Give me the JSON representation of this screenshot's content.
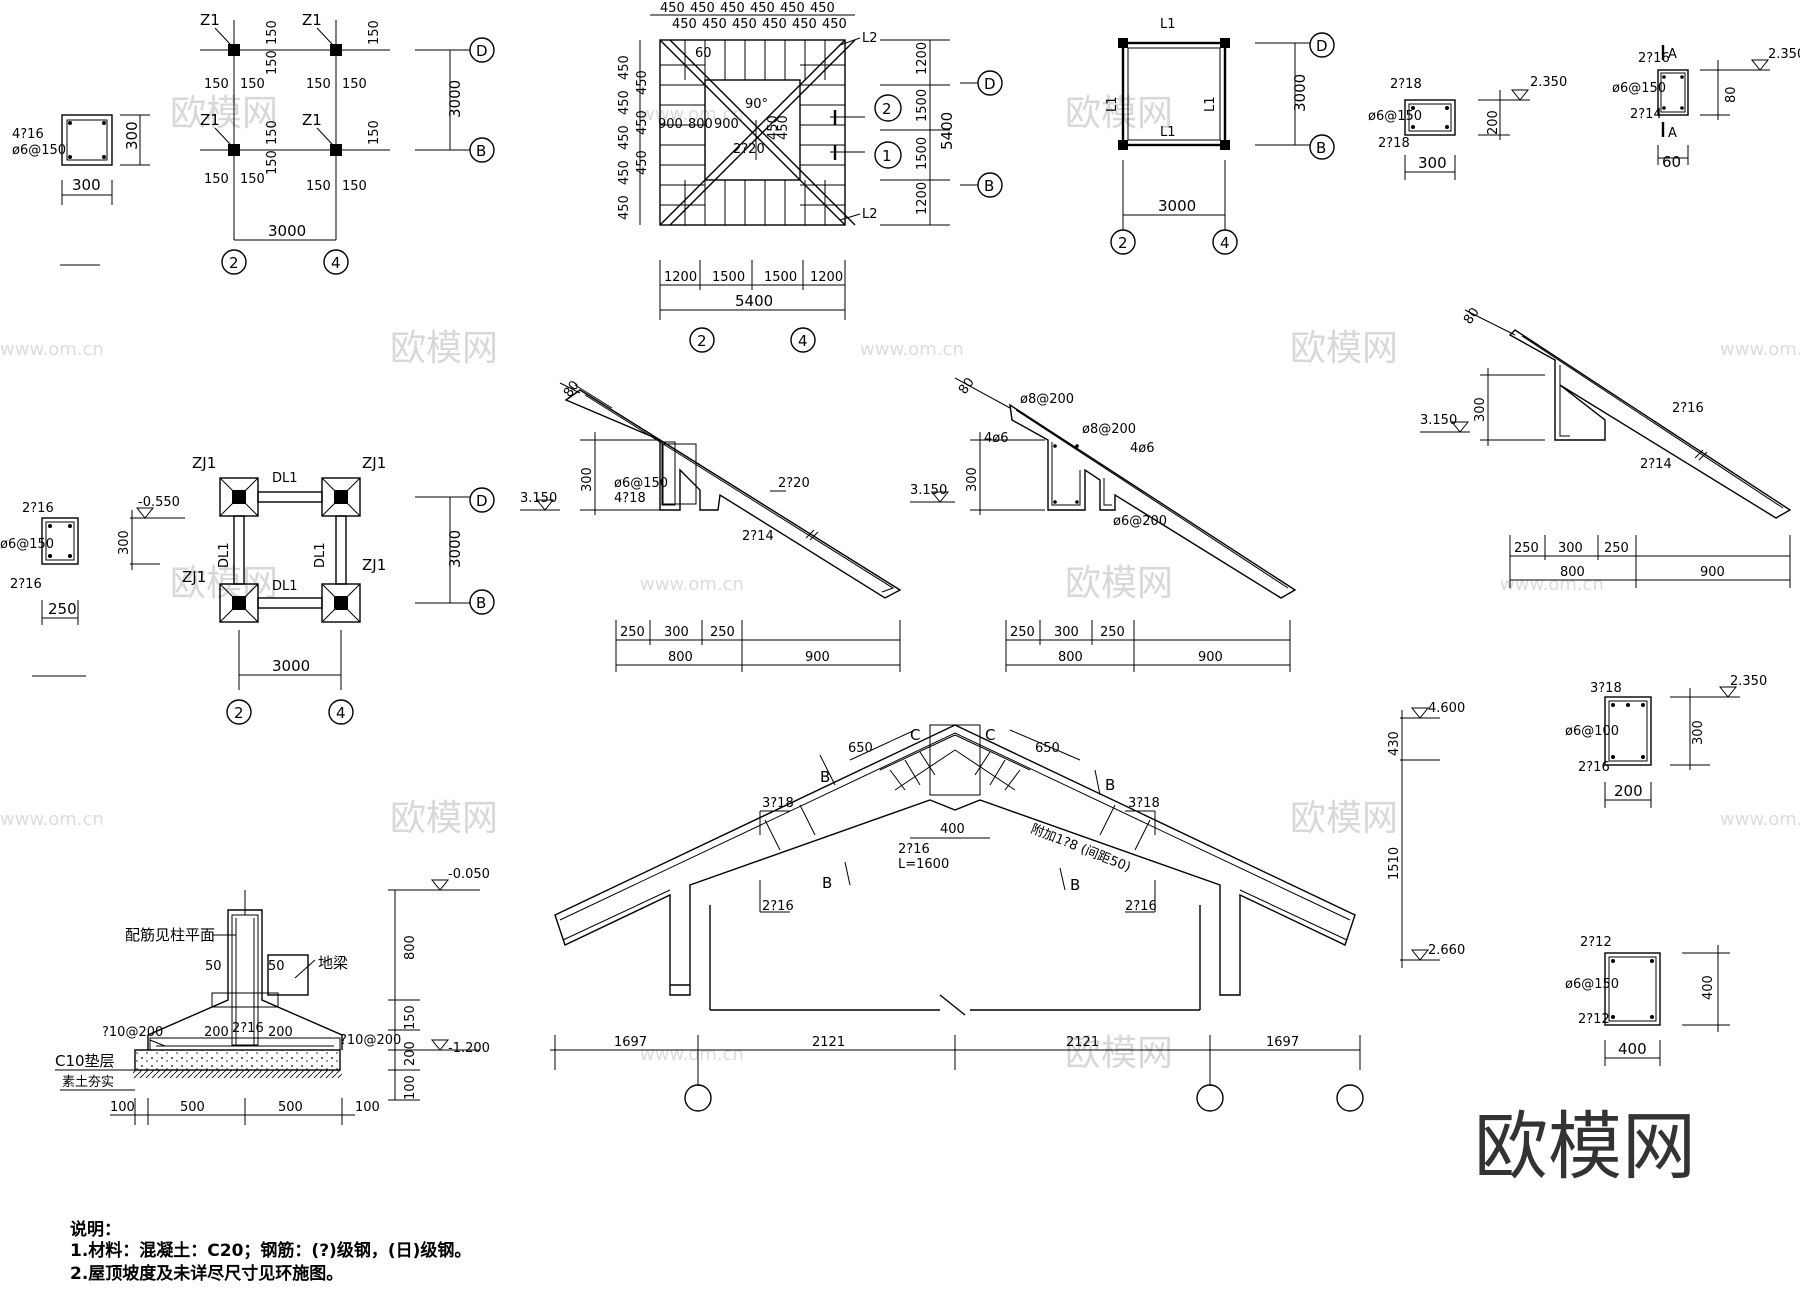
{
  "watermark": {
    "site": "www.om.cn",
    "brand": "欧模网"
  },
  "logo": {
    "text": "欧模网"
  },
  "notes": {
    "title": "说明：",
    "line1": "1.材料：混凝土：C20；钢筋：(?)级钢，(日)级钢。",
    "line2": "2.屋顶坡度及未详尽尺寸见环施图。"
  },
  "axes": {
    "a2": "2",
    "a4": "4",
    "aD": "D",
    "aB": "B",
    "a1": "1"
  },
  "col_plan": {
    "z": "Z1",
    "d150": "150",
    "d3000": "3000",
    "sec": {
      "w": "300",
      "h": "300",
      "r1": "4?16",
      "r2": "ø6@150"
    }
  },
  "roof_plan": {
    "d450": "450",
    "d60": "60",
    "ang": "90°",
    "mid": "2?20",
    "d900": "900",
    "d800": "800",
    "d1200": "1200",
    "d1500": "1500",
    "d5400": "5400",
    "l2": "L2",
    "c1": "1",
    "c2": "2"
  },
  "beam_plan": {
    "l1": "L1",
    "d3000": "3000"
  },
  "sec_small1": {
    "top": "2?18",
    "stir": "ø6@150",
    "bot": "2?18",
    "w": "300",
    "h": "200",
    "lvl": "2.350"
  },
  "sec_small2": {
    "top": "2?16",
    "stir": "ø6@150",
    "bot": "2?14",
    "w": "60",
    "h": "80",
    "lvl": "2.350",
    "cut": "A"
  },
  "found_plan": {
    "zj": "ZJ1",
    "dl": "DL1",
    "d3000": "3000",
    "sec": {
      "top": "2?16",
      "stir": "ø6@150",
      "bot": "2?16",
      "w": "250",
      "h": "300",
      "lvl": "-0.550"
    }
  },
  "eave1": {
    "d80": "80",
    "lvl": "3.150",
    "h": "300",
    "r1": "ø6@150",
    "r2": "4?18",
    "r3": "2?20",
    "r4": "2?14",
    "d250": "250",
    "d300": "300",
    "d800": "800",
    "d900": "900"
  },
  "eave2": {
    "d80": "80",
    "lvl": "3.150",
    "h": "300",
    "r1": "ø8@200",
    "r2": "ø8@200",
    "r3": "4ø6",
    "r4": "4ø6",
    "r5": "ø6@200",
    "d250": "250",
    "d300": "300",
    "d800": "800",
    "d900": "900"
  },
  "eave3": {
    "d80": "80",
    "lvl": "3.150",
    "h": "300",
    "r1": "2?16",
    "r2": "2?14",
    "d250": "250",
    "d300": "300",
    "d800": "800",
    "d900": "900"
  },
  "footing": {
    "lbl1": "配筋见柱平面",
    "lbl2": "地梁",
    "d50": "50",
    "d200": "200",
    "r1": "2?16",
    "r2": "?10@200",
    "r3": "?10@200",
    "pad": "C10垫层",
    "soil": "素土夯实",
    "d100": "100",
    "d500": "500",
    "lvl1": "-0.050",
    "lvl2": "-1.200",
    "h800": "800",
    "h150": "150",
    "h200": "200",
    "h100": "100"
  },
  "truss": {
    "b": "B",
    "c": "C",
    "d650": "650",
    "r1": "3?18",
    "r2": "2?16",
    "r3": "2?16",
    "r4": "2?16",
    "r5": "L=1600",
    "r6": "附加1?8 (间距50)",
    "d400": "400",
    "d1697": "1697",
    "d2121": "2121",
    "lvl1": "4.600",
    "lvl2": "2.660",
    "h430": "430",
    "h1510": "1510"
  },
  "sec_c": {
    "top": "3?18",
    "stir": "ø6@100",
    "bot": "2?16",
    "w": "200",
    "h": "300",
    "lvl": "2.350"
  },
  "sec_b": {
    "top": "2?12",
    "stir": "ø6@150",
    "bot": "2?12",
    "w": "400",
    "h": "400"
  }
}
